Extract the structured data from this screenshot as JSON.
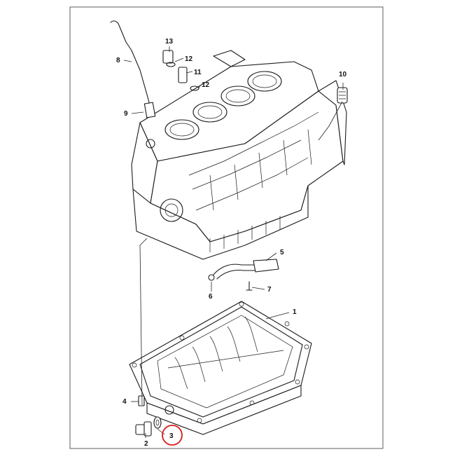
{
  "diagram": {
    "callouts": {
      "c1": "1",
      "c2": "2",
      "c3": "3",
      "c4": "4",
      "c5": "5",
      "c6": "6",
      "c7": "7",
      "c8": "8",
      "c9": "9",
      "c10": "10",
      "c11": "11",
      "c12a": "12",
      "c12b": "12",
      "c13": "13"
    },
    "highlight_color": "#d81a1a",
    "highlighted_part": "3"
  }
}
